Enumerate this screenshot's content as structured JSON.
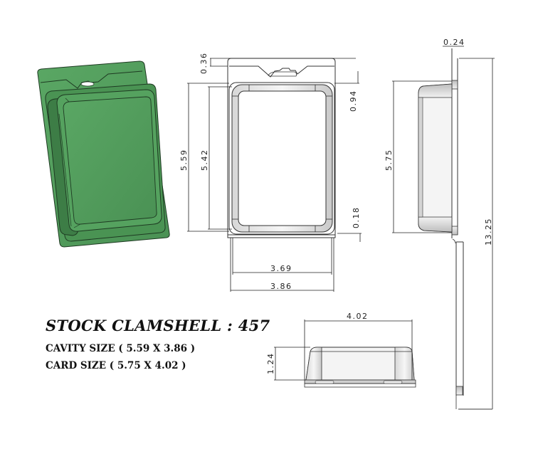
{
  "title": {
    "prefix": "STOCK CLAMSHELL : ",
    "model": "457"
  },
  "specs": {
    "cavity_label": "CAVITY SIZE ( 5.59 X 3.86 )",
    "card_label": "CARD SIZE ( 5.75 X 4.02 )"
  },
  "dimensions": {
    "hang_tab_height": "0.36",
    "top_flange": "0.94",
    "bottom_flange": "0.18",
    "cavity_outer_height": "5.59",
    "cavity_inner_height": "5.42",
    "inner_width": "3.69",
    "outer_width": "3.86",
    "side_height": "5.75",
    "thickness": "0.24",
    "total_length": "13.25",
    "card_width": "4.02",
    "depth": "1.24"
  },
  "colors": {
    "iso_green": "#4f9a5a",
    "iso_green_dark": "#3a7a44",
    "outline": "#222222"
  }
}
